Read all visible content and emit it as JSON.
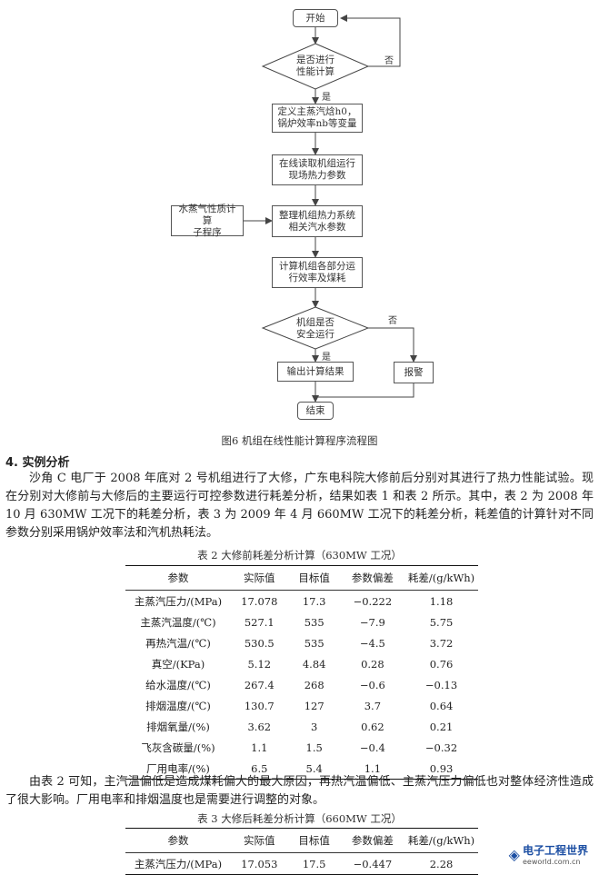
{
  "flowchart": {
    "start": "开始",
    "decision1": "是否进行\n性能计算",
    "no1": "否",
    "yes1": "是",
    "step1": "定义主蒸汽焓h0，\n锅炉效率nb等变量",
    "step2": "在线读取机组运行\n现场热力参数",
    "side": "水蒸气性质计算\n子程序",
    "step3": "整理机组热力系统\n相关汽水参数",
    "step4": "计算机组各部分运\n行效率及煤耗",
    "decision2": "机组是否\n安全运行",
    "no2": "否",
    "yes2": "是",
    "output": "输出计算结果",
    "alarm": "报警",
    "end": "结束",
    "caption": "图6  机组在线性能计算程序流程图"
  },
  "section": {
    "heading": "4. 实例分析",
    "para1": "沙角 C 电厂于 2008 年底对 2 号机组进行了大修，广东电科院大修前后分别对其进行了热力性能试验。现在分别对大修前与大修后的主要运行可控参数进行耗差分析，结果如表 1 和表 2 所示。其中，表 2 为 2008 年 10 月 630MW 工况下的耗差分析，表 3 为 2009 年 4 月 660MW 工况下的耗差分析，耗差值的计算针对不同参数分别采用锅炉效率法和汽机热耗法。",
    "para2": "由表 2 可知，主汽温偏低是造成煤耗偏大的最大原因，再热汽温偏低、主蒸汽压力偏低也对整体经济性造成了很大影响。厂用电率和排烟温度也是需要进行调整的对象。"
  },
  "table2": {
    "caption": "表 2   大修前耗差分析计算（630MW 工况）",
    "headers": [
      "参数",
      "实际值",
      "目标值",
      "参数偏差",
      "耗差/(g/kWh)"
    ],
    "rows": [
      [
        "主蒸汽压力/(MPa)",
        "17.078",
        "17.3",
        "−0.222",
        "1.18"
      ],
      [
        "主蒸汽温度/(℃)",
        "527.1",
        "535",
        "−7.9",
        "5.75"
      ],
      [
        "再热汽温/(℃)",
        "530.5",
        "535",
        "−4.5",
        "3.72"
      ],
      [
        "真空/(KPa)",
        "5.12",
        "4.84",
        "0.28",
        "0.76"
      ],
      [
        "给水温度/(℃)",
        "267.4",
        "268",
        "−0.6",
        "−0.13"
      ],
      [
        "排烟温度/(℃)",
        "130.7",
        "127",
        "3.7",
        "0.64"
      ],
      [
        "排烟氧量/(%)",
        "3.62",
        "3",
        "0.62",
        "0.21"
      ],
      [
        "飞灰含碳量/(%)",
        "1.1",
        "1.5",
        "−0.4",
        "−0.32"
      ],
      [
        "厂用电率/(%)",
        "6.5",
        "5.4",
        "1.1",
        "0.93"
      ]
    ]
  },
  "table3": {
    "caption": "表 3   大修后耗差分析计算（660MW 工况）",
    "headers": [
      "参数",
      "实际值",
      "目标值",
      "参数偏差",
      "耗差/(g/kWh)"
    ],
    "rows": [
      [
        "主蒸汽压力/(MPa)",
        "17.053",
        "17.5",
        "−0.447",
        "2.28"
      ]
    ]
  },
  "watermark": {
    "brand": "电子工程世界",
    "url": "eeworld.com.cn"
  }
}
